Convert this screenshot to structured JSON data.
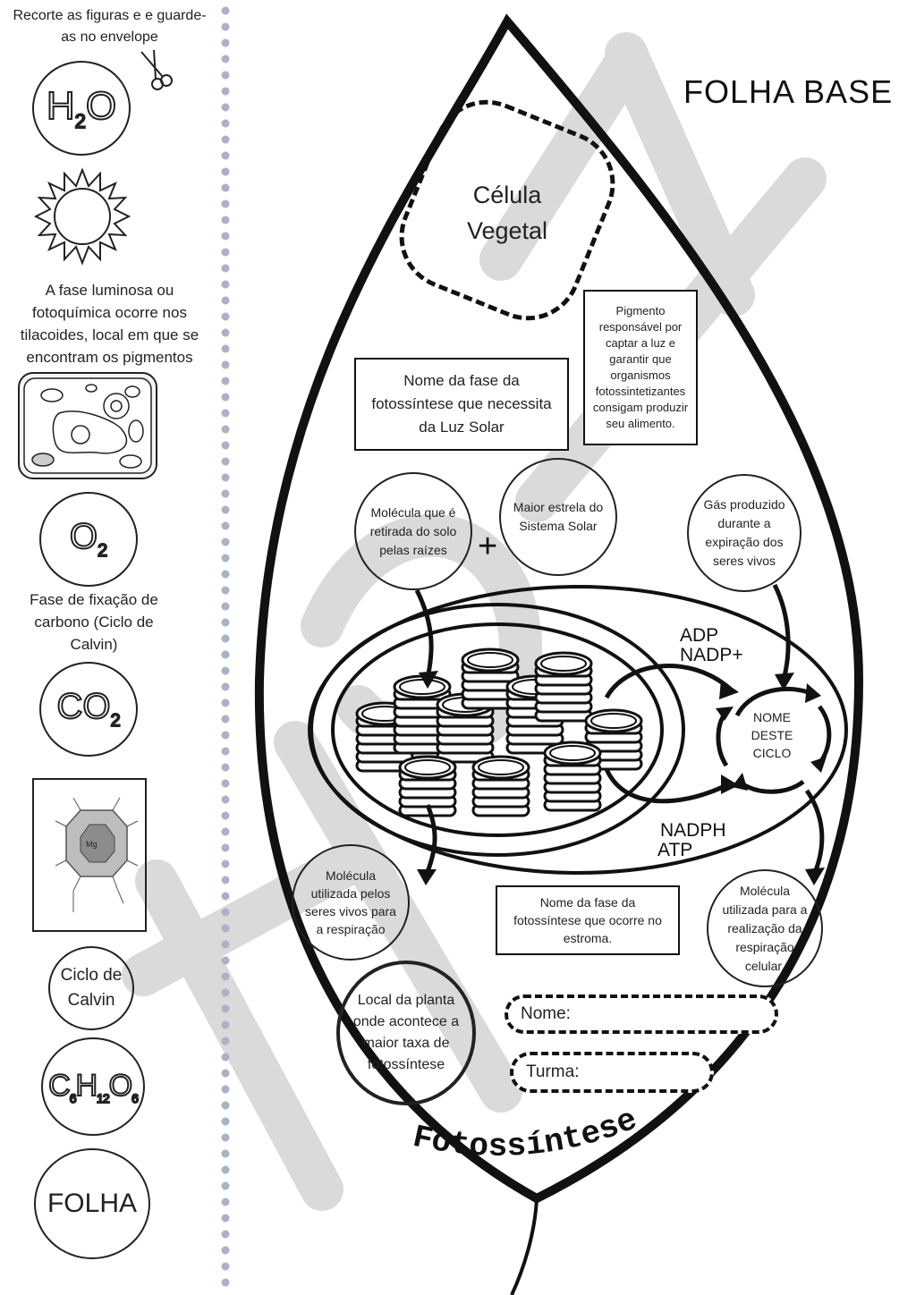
{
  "sidebar": {
    "instruction": "Recorte as figuras e e guarde-as no envelope",
    "h2o": {
      "base": "H",
      "sub": "2",
      "end": "O"
    },
    "luminosa_text": "A fase luminosa ou fotoquímica ocorre nos tilacoides, local em que se encontram os pigmentos",
    "o2": {
      "base": "O",
      "sub": "2"
    },
    "fixacao_text": "Fase de fixação de carbono (Ciclo de Calvin)",
    "co2": {
      "base": "CO",
      "sub": "2"
    },
    "chlorophyll_atom": "Mg",
    "calvin_circle": "Ciclo de Calvin",
    "glucose": {
      "c": "C",
      "c_sub": "6",
      "h": "H",
      "h_sub": "12",
      "o": "O",
      "o_sub": "6"
    },
    "folha_circle": "FOLHA"
  },
  "leaf": {
    "title": "FOLHA BASE",
    "cell_label": "Célula Vegetal",
    "pigment_box": "Pigmento responsável por captar a luz e garantir que organismos fotossintetizantes consigam produzir seu alimento.",
    "luz_phase_box": "Nome da fase da fotossíntese que necessita da Luz Solar",
    "water_circle": "Molécula que é retirada do solo pelas raízes",
    "plus": "+",
    "sun_circle": "Maior estrela do Sistema Solar",
    "gas_circle": "Gás produzido durante a expiração dos seres vivos",
    "adp_label": "ADP",
    "nadp_label": "NADP+",
    "cycle_label": "NOME DESTE CICLO",
    "nadph_label": "NADPH",
    "atp_label": "ATP",
    "resp_circle": "Molécula utilizada pelos seres vivos para a respiração",
    "estroma_box": "Nome da fase da fotossíntese que ocorre no estroma.",
    "cell_resp_circle": "Molécula utilizada para a realização da respiração celular.",
    "local_circle": "Local da planta onde acontece a maior taxa de fotossíntese",
    "name_field": "Nome:",
    "class_field": "Turma:",
    "footer": "Fotossíntese"
  },
  "colors": {
    "ink": "#111111",
    "watermark": "#d9d9d9",
    "divider": "#aab4c4"
  }
}
